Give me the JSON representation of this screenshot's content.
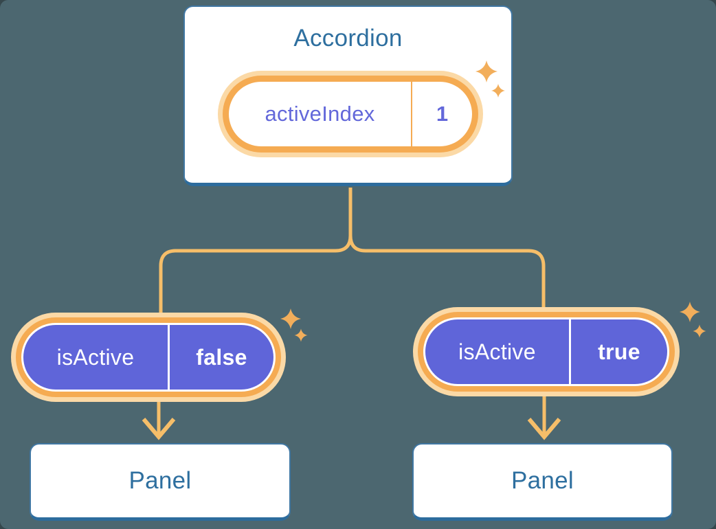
{
  "canvas": {
    "background": "#4C6770",
    "description": "React component tree diagram: Accordion passes isActive props to two Panels"
  },
  "colors": {
    "box_fill": "#FFFFFF",
    "box_border": "#4077A3",
    "box_border_bottom": "#2D6C9D",
    "box_text": "#2E6F9F",
    "connector": "#F6BE69",
    "pill_ring": "#F5AB52",
    "pill_glow": "#FBD9A6",
    "state_pill_fill": "#FFFFFF",
    "state_pill_text": "#6368DA",
    "prop_pill_fill": "#5F65D9",
    "prop_pill_text": "#FFFFFF",
    "sparkle": "#F2AE5B"
  },
  "diagram": {
    "root": {
      "title": "Accordion",
      "state": {
        "name": "activeIndex",
        "value": "1"
      },
      "icon": "sparkle-icon"
    },
    "children": [
      {
        "prop": {
          "name": "isActive",
          "value": "false"
        },
        "icon": "sparkle-icon",
        "target": {
          "title": "Panel"
        }
      },
      {
        "prop": {
          "name": "isActive",
          "value": "true"
        },
        "icon": "sparkle-icon",
        "target": {
          "title": "Panel"
        }
      }
    ]
  }
}
